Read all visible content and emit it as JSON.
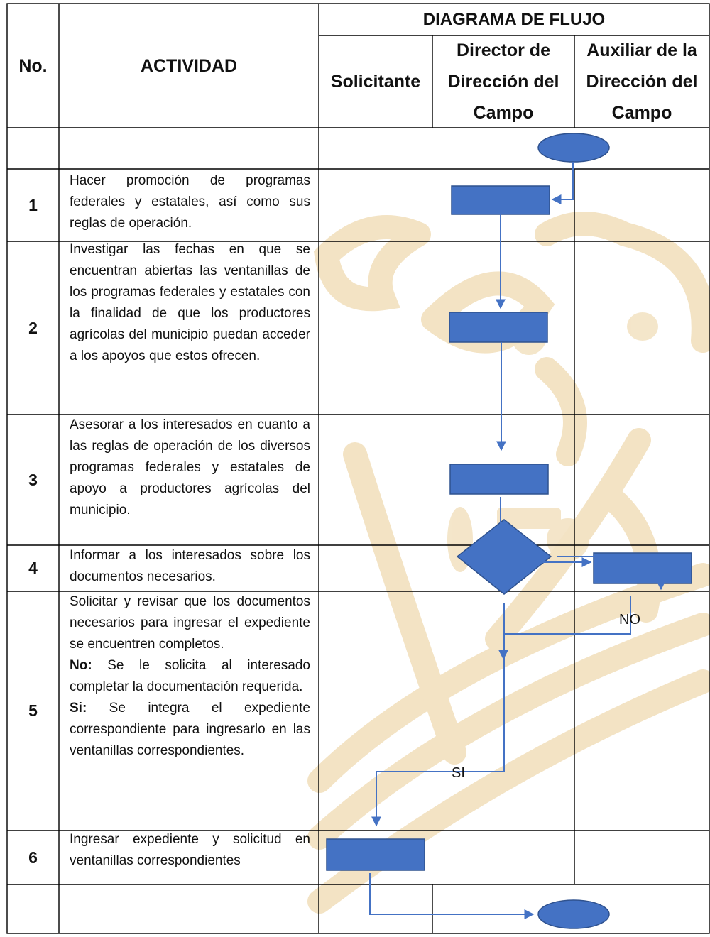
{
  "header": {
    "col_no": "No.",
    "col_activity": "ACTIVIDAD",
    "diagram_title": "DIAGRAMA DE FLUJO",
    "lanes": [
      "Solicitante",
      "Director de Dirección del Campo",
      "Auxiliar de la Dirección del Campo"
    ]
  },
  "rows": [
    {
      "number": "1",
      "text": "Hacer promoción de programas federales y estatales, así como sus reglas de operación."
    },
    {
      "number": "2",
      "text": "Investigar las fechas en que se encuentran abiertas las ventanillas de los programas federales y estatales con la finalidad de que los productores agrícolas del municipio puedan acceder a los apoyos que estos ofrecen."
    },
    {
      "number": "3",
      "text": "Asesorar a los interesados en cuanto a las reglas de operación de los diversos programas federales y estatales de apoyo a productores agrícolas del municipio."
    },
    {
      "number": "4",
      "text": "Informar a los interesados sobre los documentos necesarios."
    },
    {
      "number": "5",
      "text": "Solicitar y revisar que los documentos necesarios para ingresar el expediente se encuentren completos.",
      "no_label": "No:",
      "no_text": " Se le solicita al interesado completar la documentación requerida.",
      "si_label": "Si:",
      "si_text": " Se integra el expediente correspondiente para ingresarlo en las ventanillas correspondientes."
    },
    {
      "number": "6",
      "text": "Ingresar expediente y solicitud en ventanillas correspondientes"
    }
  ],
  "flow_labels": {
    "no": "NO",
    "si": "SI"
  },
  "colors": {
    "shape_fill": "#4472C4",
    "shape_stroke": "#2F528F",
    "arrow": "#4472C4",
    "grid": "#000000",
    "watermark": "#F3E3C4"
  }
}
